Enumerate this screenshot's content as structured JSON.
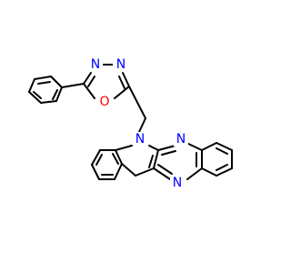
{
  "molecule": {
    "atoms": [
      {
        "id": "n-indole",
        "label": "N",
        "color": "#0000ff"
      },
      {
        "id": "n-pyrazine-top",
        "label": "N",
        "color": "#0000ff"
      },
      {
        "id": "n-pyrazine-bottom",
        "label": "N",
        "color": "#0000ff"
      },
      {
        "id": "n-oxadiazole-3",
        "label": "N",
        "color": "#0000ff"
      },
      {
        "id": "n-oxadiazole-4",
        "label": "N",
        "color": "#0000ff"
      },
      {
        "id": "o-oxadiazole",
        "label": "O",
        "color": "#ff0000"
      }
    ],
    "bond_color": "#000000",
    "background": "#ffffff"
  }
}
